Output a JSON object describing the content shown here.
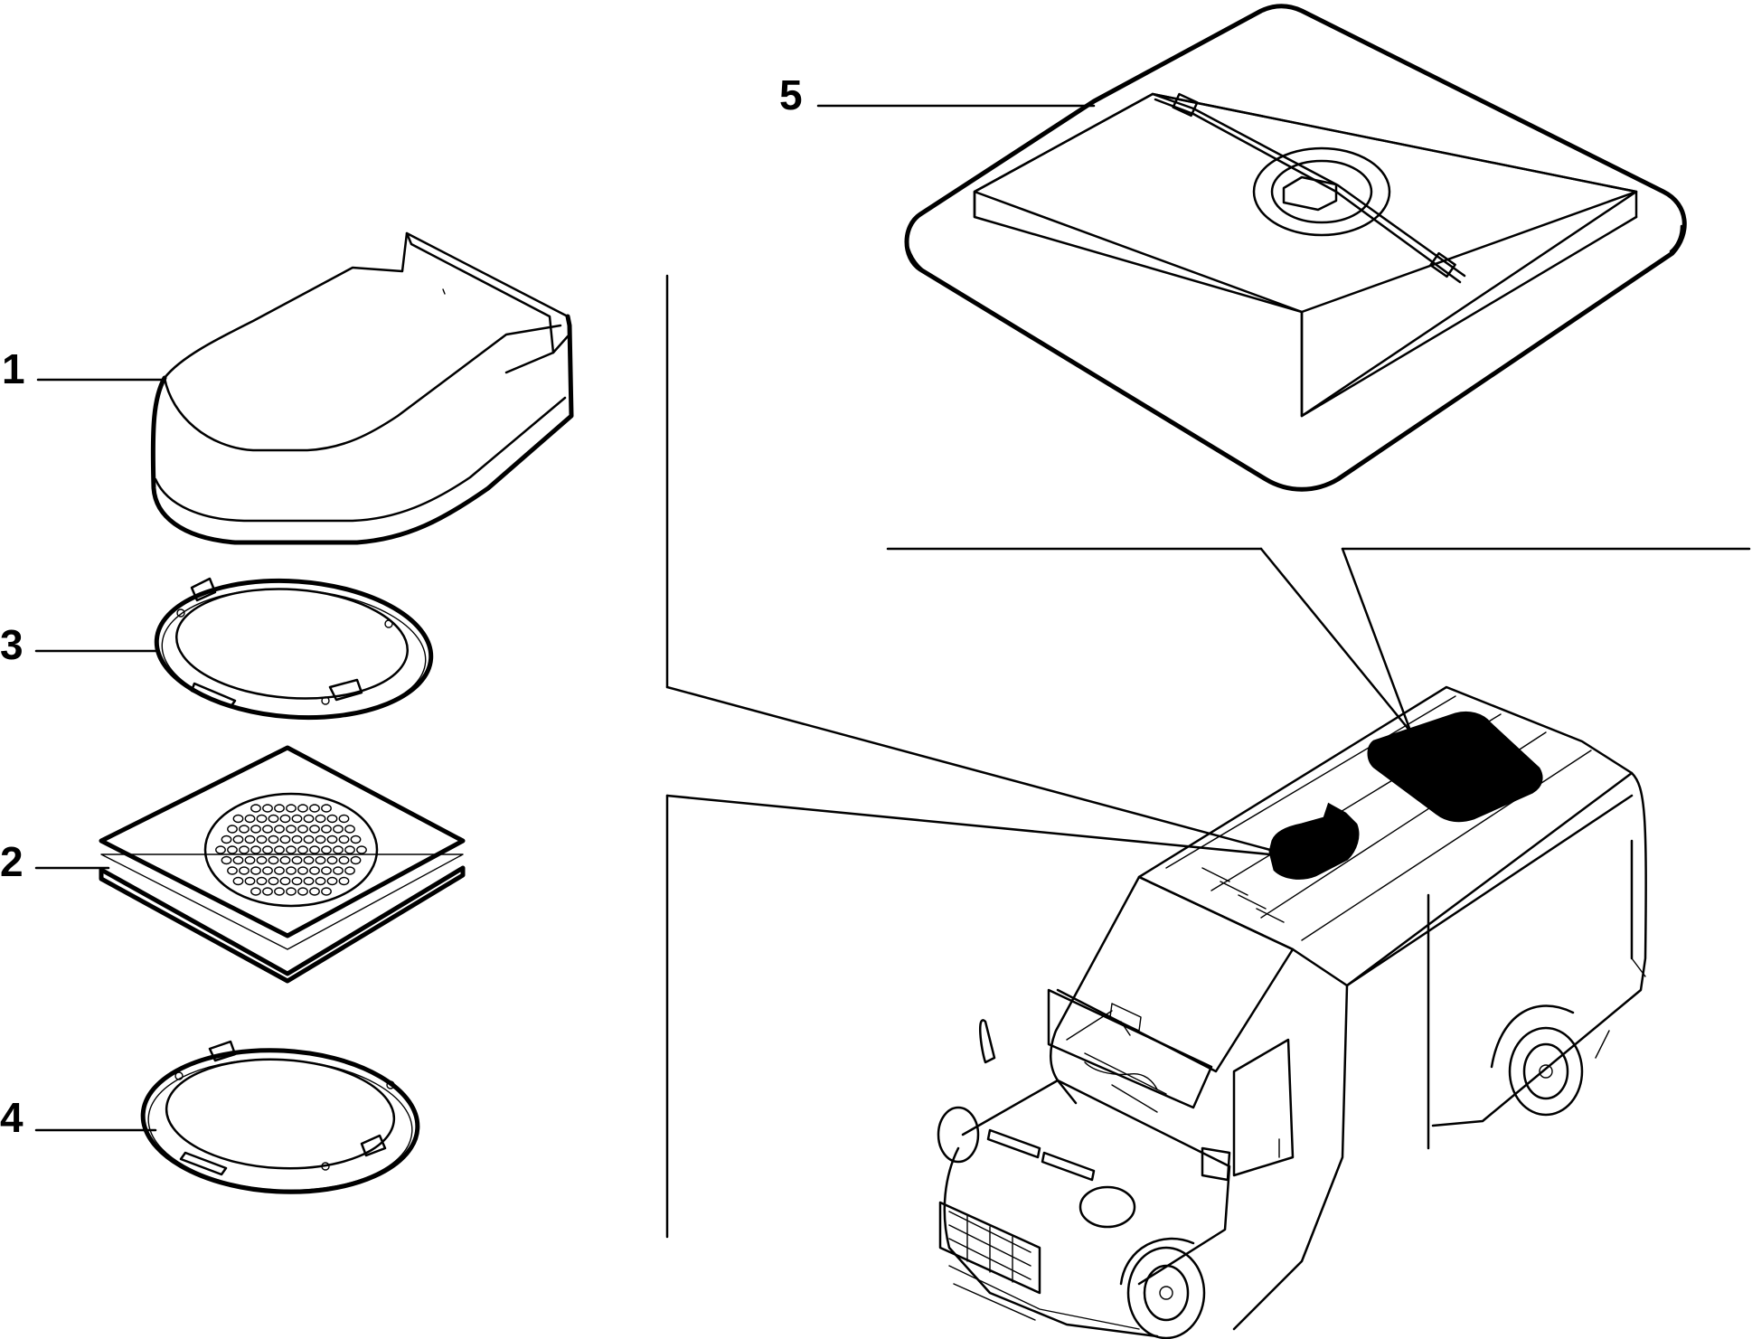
{
  "callouts": [
    {
      "id": "1",
      "label": "1"
    },
    {
      "id": "2",
      "label": "2"
    },
    {
      "id": "3",
      "label": "3"
    },
    {
      "id": "4",
      "label": "4"
    },
    {
      "id": "5",
      "label": "5"
    }
  ],
  "colors": {
    "line": "#000000",
    "background": "#ffffff",
    "fill_highlight": "#000000"
  }
}
